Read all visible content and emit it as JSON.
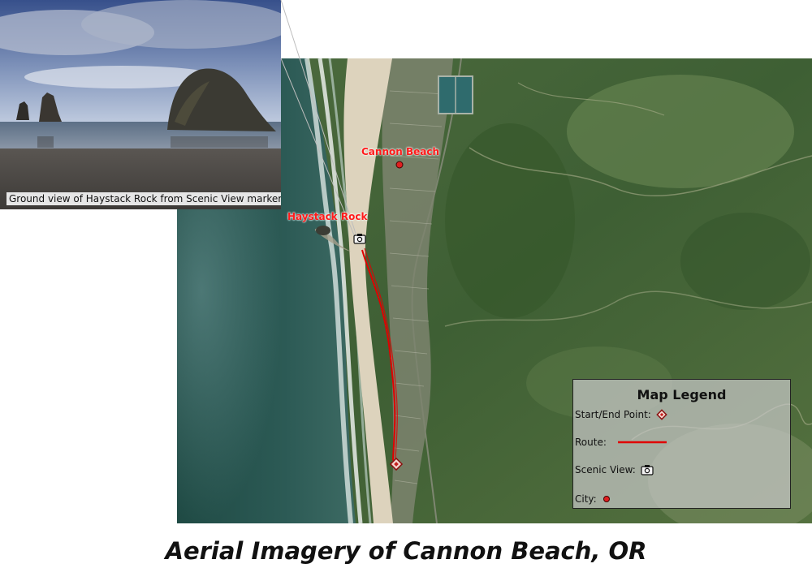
{
  "title": "Aerial Imagery of Cannon Beach, OR",
  "inset": {
    "caption": "Ground view of Haystack Rock from Scenic View marker"
  },
  "places": {
    "city": "Cannon Beach",
    "landmark": "Haystack Rock"
  },
  "legend": {
    "title": "Map Legend",
    "start_end_label": "Start/End Point:",
    "route_label": "Route:",
    "scenic_label": "Scenic View:",
    "city_label": "City:"
  },
  "colors": {
    "route": "#e00000",
    "label_text": "#ff1a1a",
    "city_marker": "#e02020"
  },
  "icons": {
    "scenic_view": "camera-icon",
    "start_end": "diamond-marker-icon",
    "city": "city-dot-icon"
  }
}
